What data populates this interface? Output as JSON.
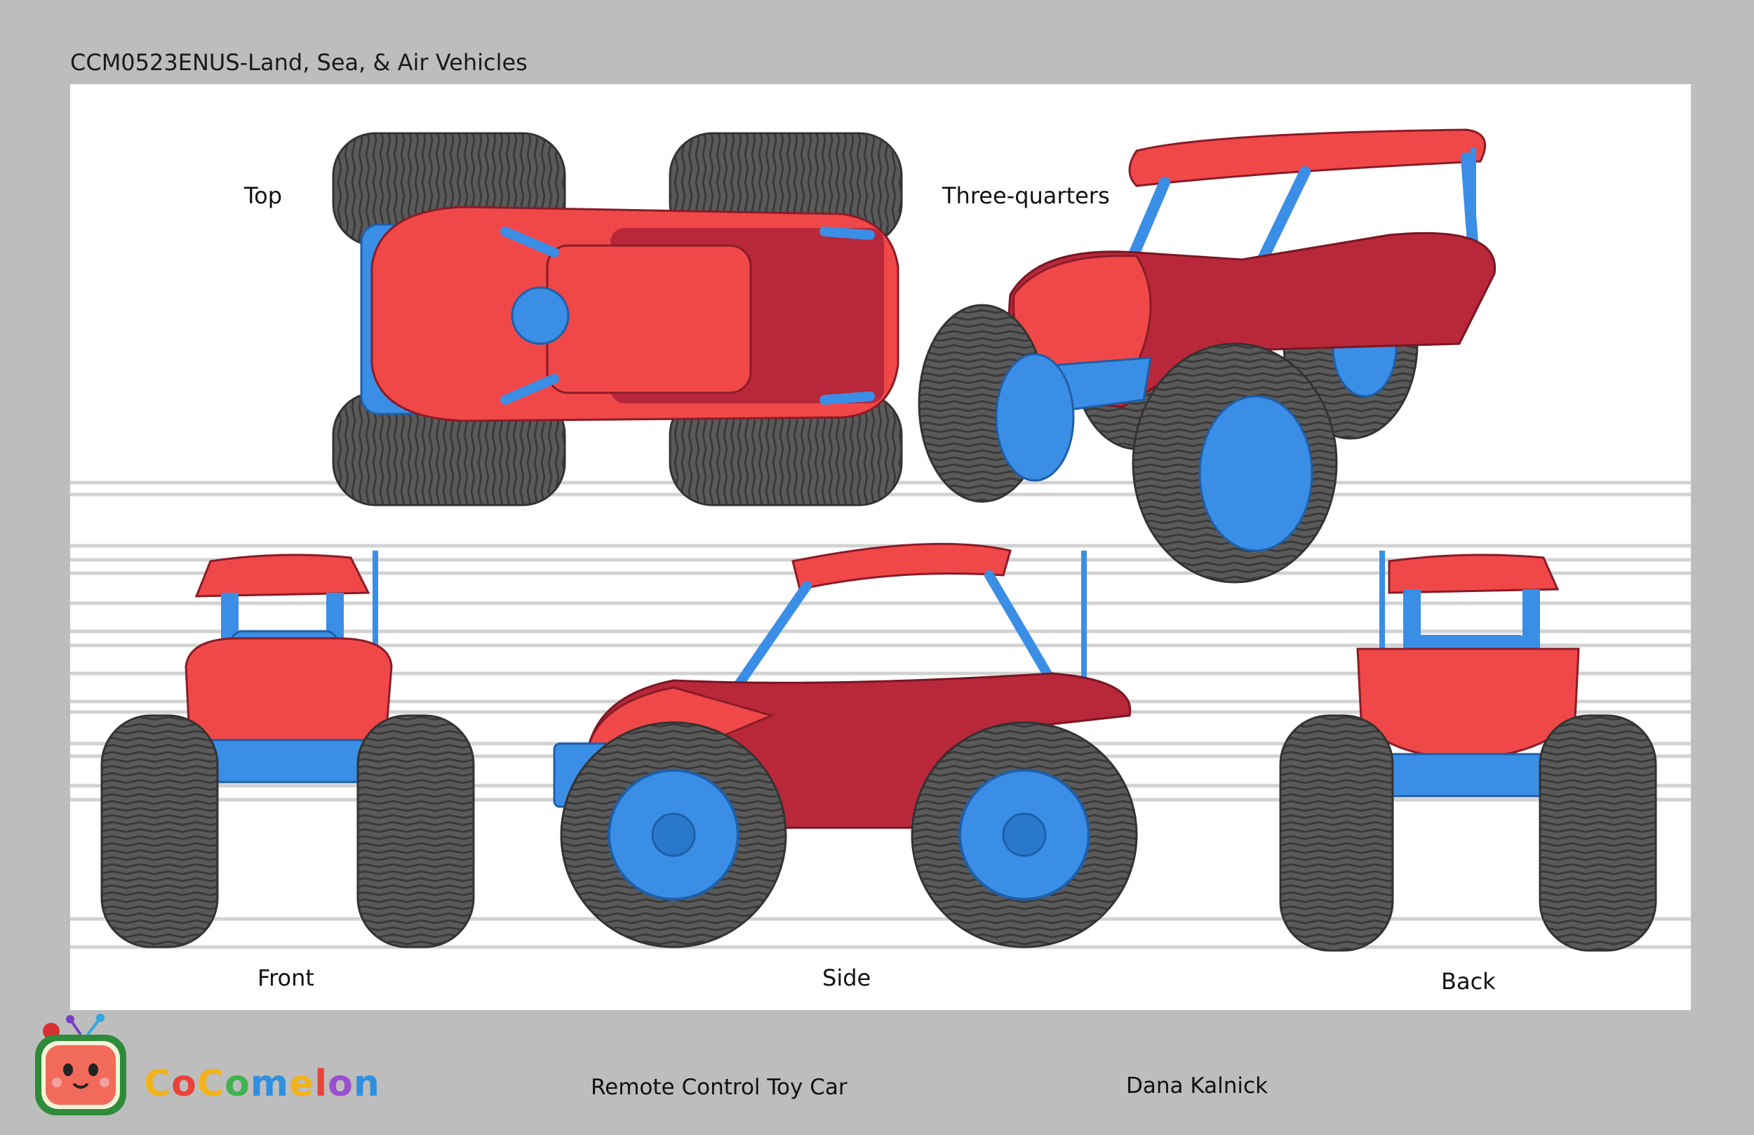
{
  "header": {
    "title": "CCM0523ENUS-Land, Sea, & Air Vehicles"
  },
  "views": {
    "top": "Top",
    "three_quarters": "Three-quarters",
    "front": "Front",
    "side": "Side",
    "back": "Back"
  },
  "footer": {
    "brand_letters": [
      "C",
      "o",
      "C",
      "o",
      "m",
      "e",
      "l",
      "o",
      "n"
    ],
    "subject": "Remote Control Toy Car",
    "artist": "Dana Kalnick"
  },
  "colors": {
    "background": "#bdbdbd",
    "sheet": "#ffffff",
    "body_red": "#f04848",
    "body_dark_red": "#b8283a",
    "frame_blue": "#3a8ee6",
    "tire_gray": "#5a5a5a",
    "brand_colors": [
      "#f2b21c",
      "#e8433a",
      "#f2b21c",
      "#3fb34f",
      "#2f8fe0",
      "#f2b21c",
      "#e8433a",
      "#9a4fd0",
      "#2f8fe0"
    ]
  }
}
